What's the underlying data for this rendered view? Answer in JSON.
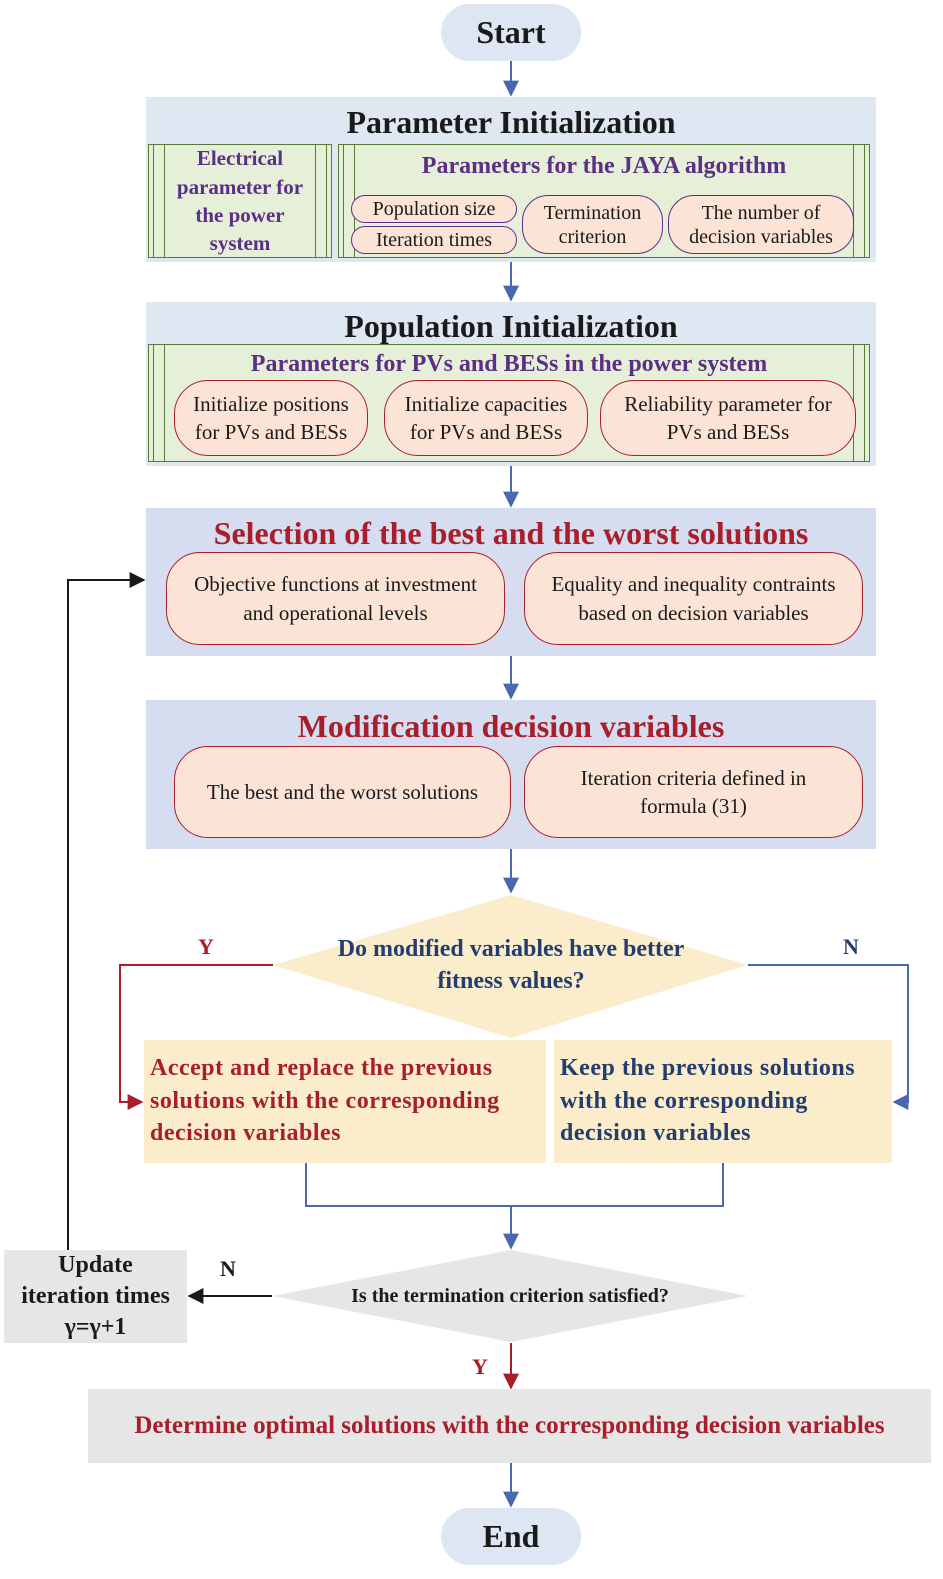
{
  "start": "Start",
  "end": "End",
  "param_init": {
    "title": "Parameter Initialization",
    "electrical": "Electrical parameter for the power system",
    "jaya_title": "Parameters for the JAYA algorithm",
    "population_size": "Population size",
    "iteration_times": "Iteration times",
    "termination": "Termination criterion",
    "num_decision": "The number of decision variables"
  },
  "pop_init": {
    "title": "Population Initialization",
    "sub_title": "Parameters for PVs and BESs in the power system",
    "item1": "Initialize positions for PVs and BESs",
    "item2": "Initialize capacities for PVs and BESs",
    "item3": "Reliability parameter for PVs and BESs"
  },
  "selection": {
    "title": "Selection of the best and the worst solutions",
    "item1": "Objective functions at investment and operational levels",
    "item2": "Equality and inequality contraints based on decision variables"
  },
  "modification": {
    "title": "Modification decision variables",
    "item1": "The best and the worst solutions",
    "item2": "Iteration criteria defined in formula (31)"
  },
  "decision1": {
    "question": "Do modified variables have better fitness values?",
    "yes": "Y",
    "no": "N"
  },
  "accept": "Accept and replace the previous solutions with the corresponding decision variables",
  "keep": "Keep the previous solutions with the corresponding decision variables",
  "decision2": {
    "question": "Is the termination criterion satisfied?",
    "yes": "Y",
    "no": "N"
  },
  "update": {
    "line1": "Update",
    "line2": "iteration times",
    "line3": "γ=γ+1"
  },
  "determine": "Determine optimal solutions with the corresponding decision variables",
  "colors": {
    "arrow_blue": "#4a68b0",
    "arrow_red": "#a81e2a",
    "text_red": "#a81e2a",
    "text_purple": "#5b2f86",
    "text_blue": "#233e6e"
  }
}
